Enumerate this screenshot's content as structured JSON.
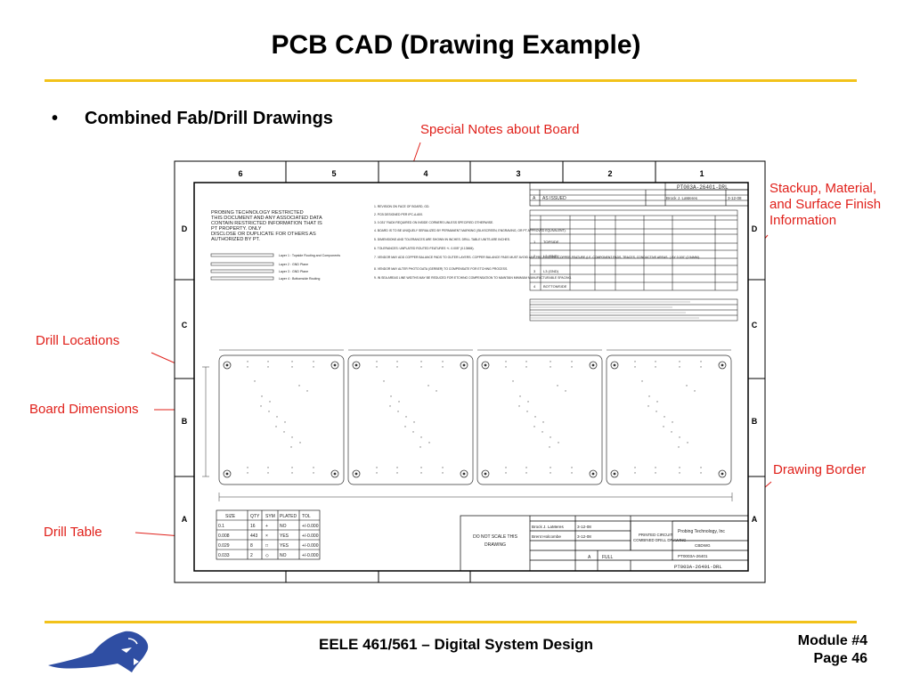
{
  "slide": {
    "title": "PCB CAD (Drawing Example)",
    "bullet_marker": "•",
    "bullet": "Combined Fab/Drill Drawings",
    "accent_color": "#f2c21a",
    "callout_color": "#e0201a"
  },
  "callouts": {
    "special_notes": "Special Notes about Board",
    "stackup": [
      "Stackup, Material,",
      "and Surface Finish",
      "Information"
    ],
    "drill_locations": "Drill Locations",
    "board_dimensions": "Board Dimensions",
    "drawing_border": "Drawing Border",
    "drill_table": "Drill Table"
  },
  "drawing": {
    "zone_columns": [
      "6",
      "5",
      "4",
      "3",
      "2",
      "1"
    ],
    "zone_rows": [
      "D",
      "C",
      "B",
      "A"
    ],
    "restricted_notice": [
      "PROBING TECHNOLOGY RESTRICTED",
      "THIS DOCUMENT AND ANY ASSOCIATED DATA",
      "CONTAIN RESTRICTED INFORMATION THAT IS",
      "PT PROPERTY.  ONLY",
      "DISCLOSE OR DUPLICATE FOR OTHERS AS",
      "AUTHORIZED BY PT."
    ],
    "layers": [
      "Layer 1 : Topside Routing and Components",
      "Layer 2 : GND Plane",
      "Layer 3 : GND Plane",
      "Layer 4 : Bottomside Routing"
    ],
    "notes": [
      "1.  REVISION ON FACE OF BOARD, GD.",
      "2.  PCB DESIGNED PER IPC-A-600.",
      "3.  0.031\" RADII REQUIRED ON INSIDE CORNERS UNLESS SPECIFIED OTHERWISE.",
      "4.  BOARD IS TO BE UNIQUELY SERIALIZED BY PERMANENT MARKING (SILKSCREEN, ENGRAVING, OR PT APPROVED EQUIVALENT).",
      "5.  DIMENSIONS AND TOLERANCES ARE SHOWN IN INCHES.  DRILL TABLE UNITS ARE INCHES.",
      "6.  TOLERANCES: UNPLATED ROUTED FEATURES +/- 0.005\" (0.13MM).",
      "7.  VENDOR MAY ADD COPPER BALANCE PADS TO OUTER LAYERS.  COPPER BALANCE PADS MUST AVOID ANY PRE-EXISTING COPPER FEATURE (I.E. COMPONENT PADS, TRACES, CONDUCTIVE AREAS...) BY 0.100\" (2.54MM).",
      "8.  VENDOR MAY ALTER PHOTO DATA (GERBER) TO COMPENSATE FOR ETCHING PROCESS.",
      "9.  IN SEA AREAS LINE WIDTHS MAY BE REDUCED FOR ETCHING COMPENSATION TO MAINTAIN MINIMUM MANUFACTURABLE SPACING."
    ],
    "revision": {
      "number": "PT003A-26401-DRL",
      "rev": "A",
      "desc": "AS ISSUED",
      "by": "Brock J. LaMeres",
      "date": "3-12-08"
    },
    "stackup_rows": [
      "1",
      "2",
      "3",
      "4"
    ],
    "stackup_layers": [
      "TOPSIDE",
      "L2 (GND)",
      "L3 (GND)",
      "BOTTOMSIDE"
    ],
    "drill_table": {
      "headers": [
        "SIZE",
        "QTY",
        "SYM",
        "PLATED",
        "TOL"
      ],
      "rows": [
        [
          "0.1",
          "16",
          "+",
          "NO",
          "+/-0.000"
        ],
        [
          "0.008",
          "443",
          "×",
          "YES",
          "+/-0.000"
        ],
        [
          "0.029",
          "8",
          "□",
          "YES",
          "+/-0.000"
        ],
        [
          "0.033",
          "2",
          "◇",
          "NO",
          "+/-0.000"
        ]
      ]
    },
    "do_not_scale": [
      "DO NOT SCALE THIS",
      "DRAWING"
    ],
    "title_block": {
      "drawn_by": "Brock J. LaMeres",
      "drawn_date": "3-12-08",
      "checked_by": "Brent Holcombe",
      "checked_date": "3-12-08",
      "title": [
        "PRINTED CIRCUIT",
        "COMBINED DRILL DRAWING"
      ],
      "company": "Probing Technology, Inc",
      "dwg_type": "CBDWG",
      "part_no": "PT0003A-26401",
      "size": "A",
      "scale": "FULL",
      "drawing_number": "PT003A-26401-DRL"
    }
  },
  "footer": {
    "course": "EELE 461/561 – Digital System Design",
    "module": "Module #4",
    "page": "Page 46",
    "logo": "bobcat-logo"
  }
}
